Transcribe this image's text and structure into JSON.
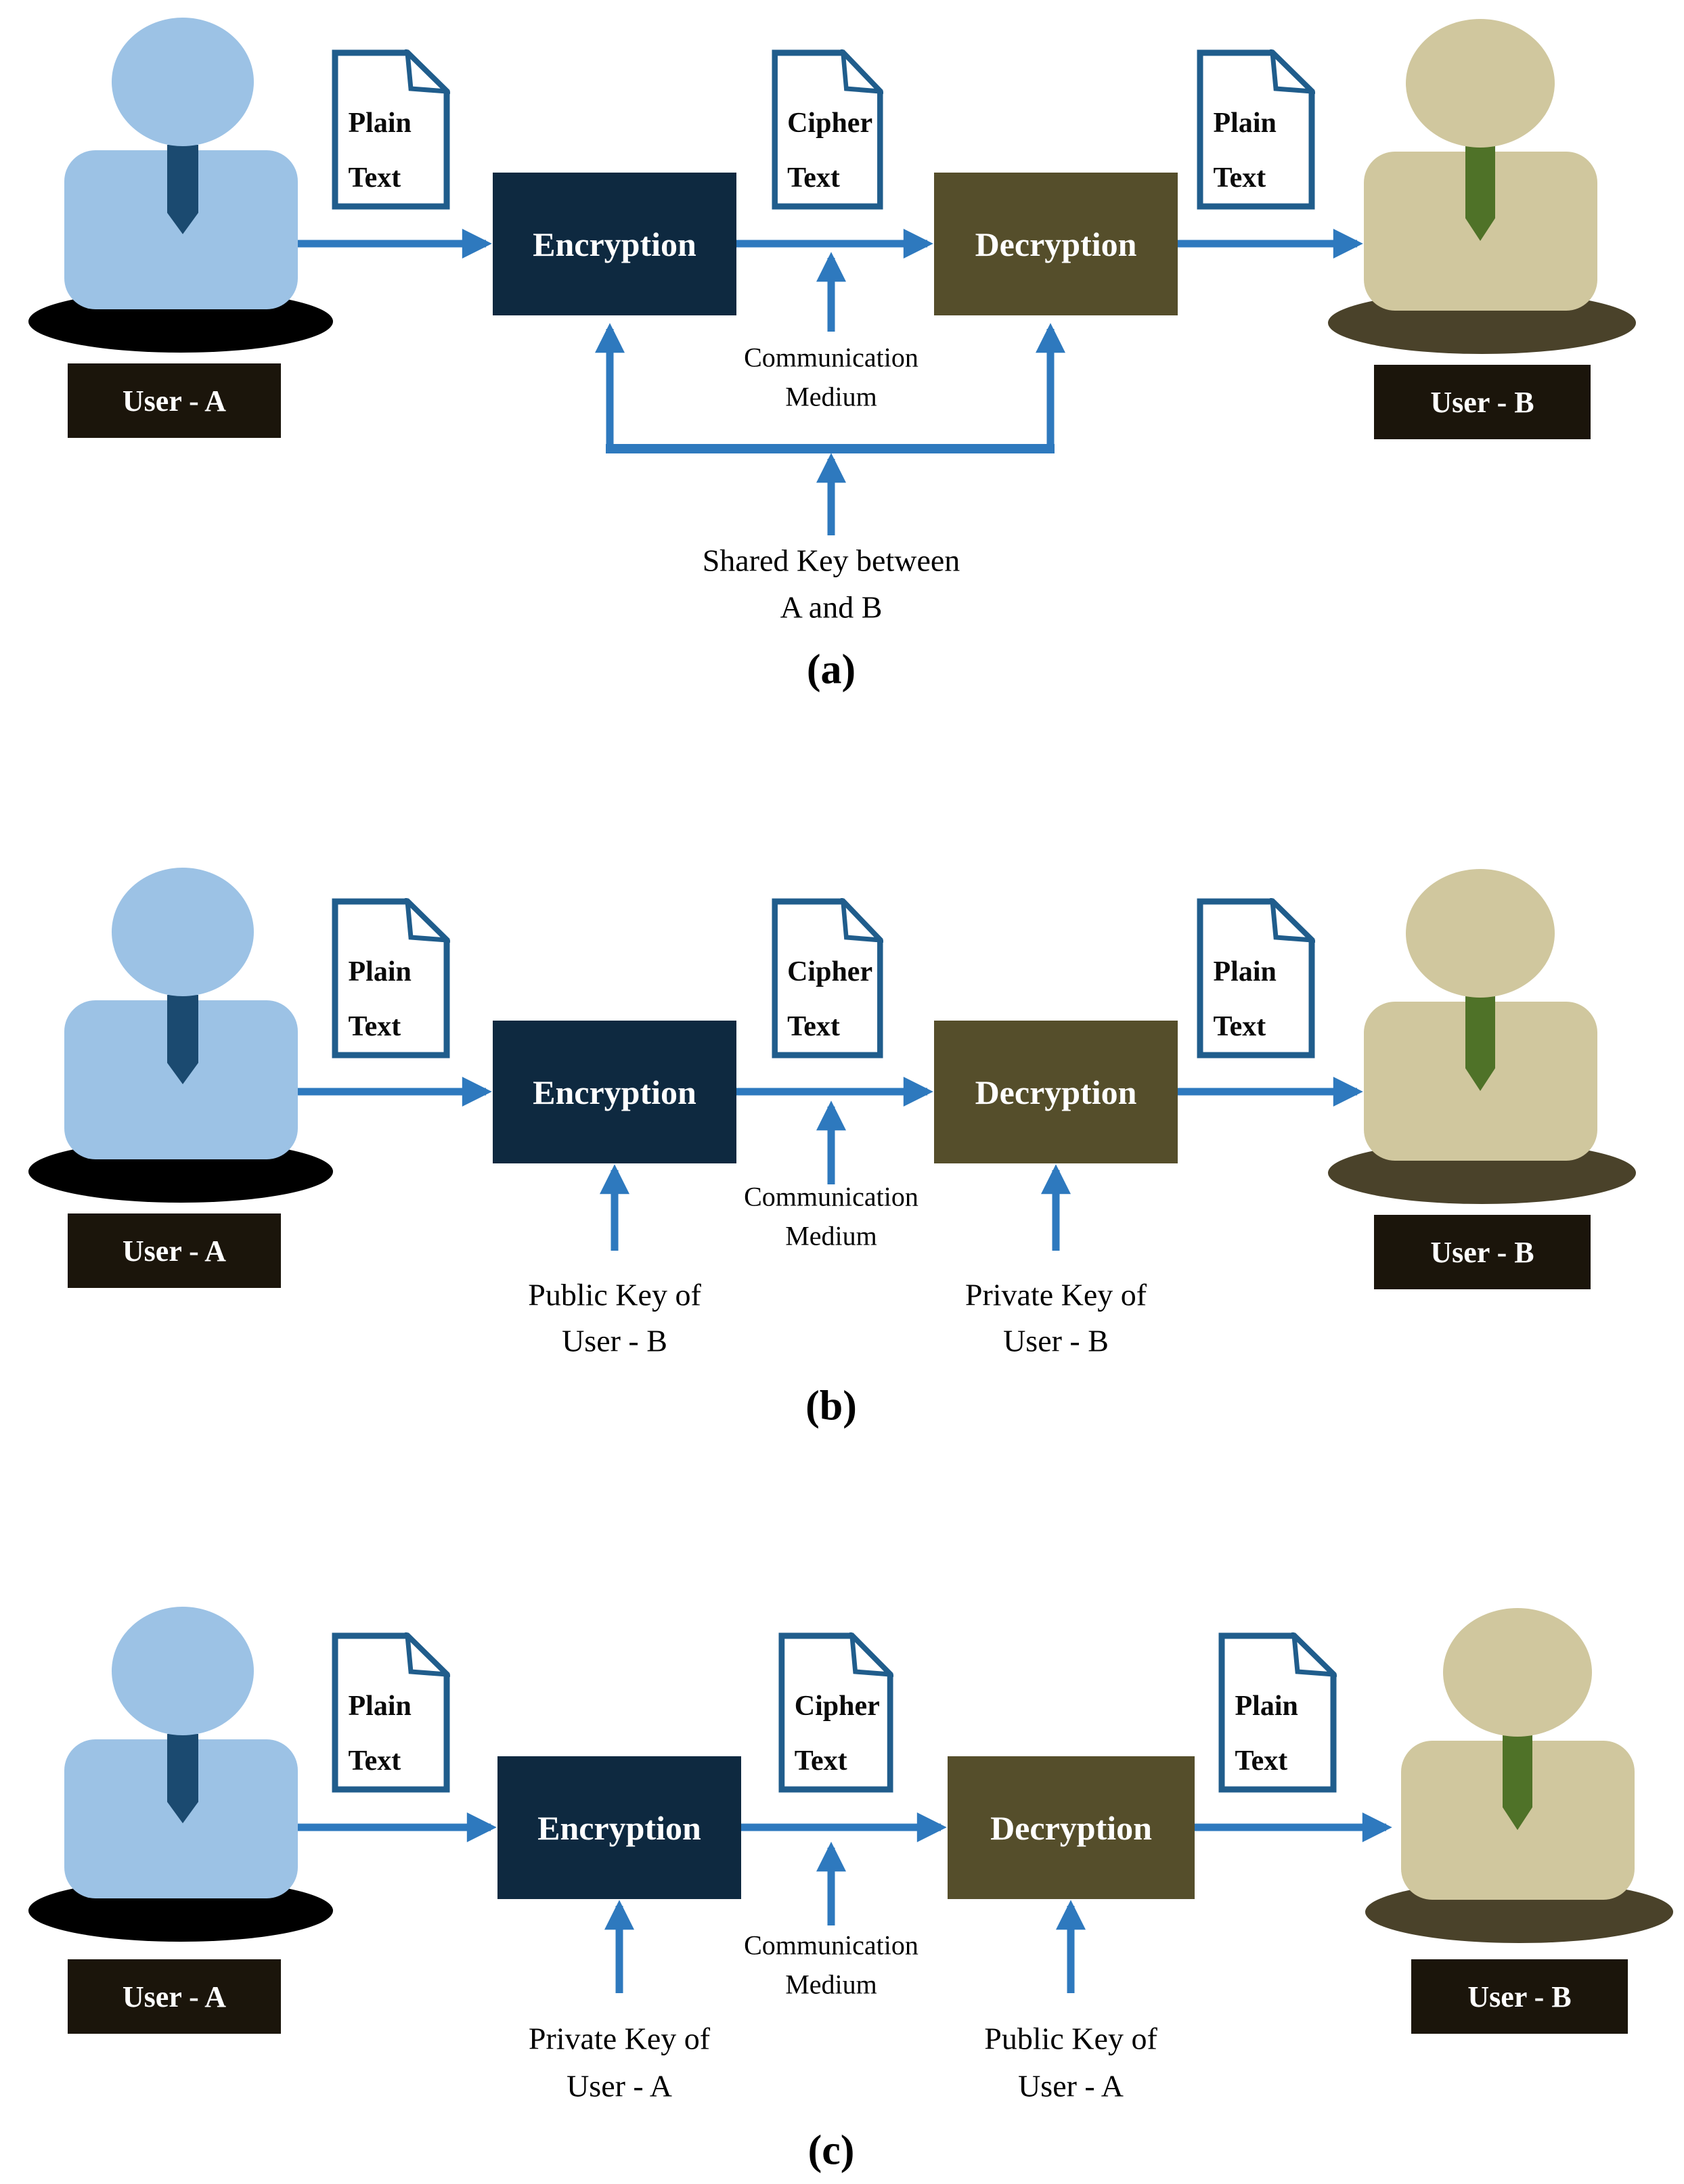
{
  "colors": {
    "arrow_blue": "#2e79be",
    "doc_border_blue": "#205d8c",
    "encryption_box": "#0e2940",
    "decryption_box": "#554e2b",
    "user_a_fill": "#9cc2e5",
    "user_a_tie": "#1b4a70",
    "user_a_shadow": "#000000",
    "user_b_fill": "#d0c79e",
    "user_b_tie": "#4f7228",
    "user_b_shadow": "#4a422a",
    "name_plate_bg": "#1b150b"
  },
  "common": {
    "encryption": "Encryption",
    "decryption": "Decryption",
    "user_a": "User - A",
    "user_b": "User - B",
    "plain_doc": {
      "line1": "Plain",
      "line2": "Text"
    },
    "cipher_doc": {
      "line1": "Cipher",
      "line2": "Text"
    },
    "comm": {
      "line1": "Communication",
      "line2": "Medium"
    }
  },
  "sections": {
    "a": {
      "caption": "(a)",
      "shared_key_line1": "Shared Key between",
      "shared_key_line2": "A and B"
    },
    "b": {
      "caption": "(b)",
      "encryption_key_line1": "Public Key of",
      "encryption_key_line2": "User - B",
      "decryption_key_line1": "Private Key of",
      "decryption_key_line2": "User - B"
    },
    "c": {
      "caption": "(c)",
      "encryption_key_line1": "Private Key of",
      "encryption_key_line2": "User - A",
      "decryption_key_line1": "Public Key of",
      "decryption_key_line2": "User - A"
    }
  }
}
